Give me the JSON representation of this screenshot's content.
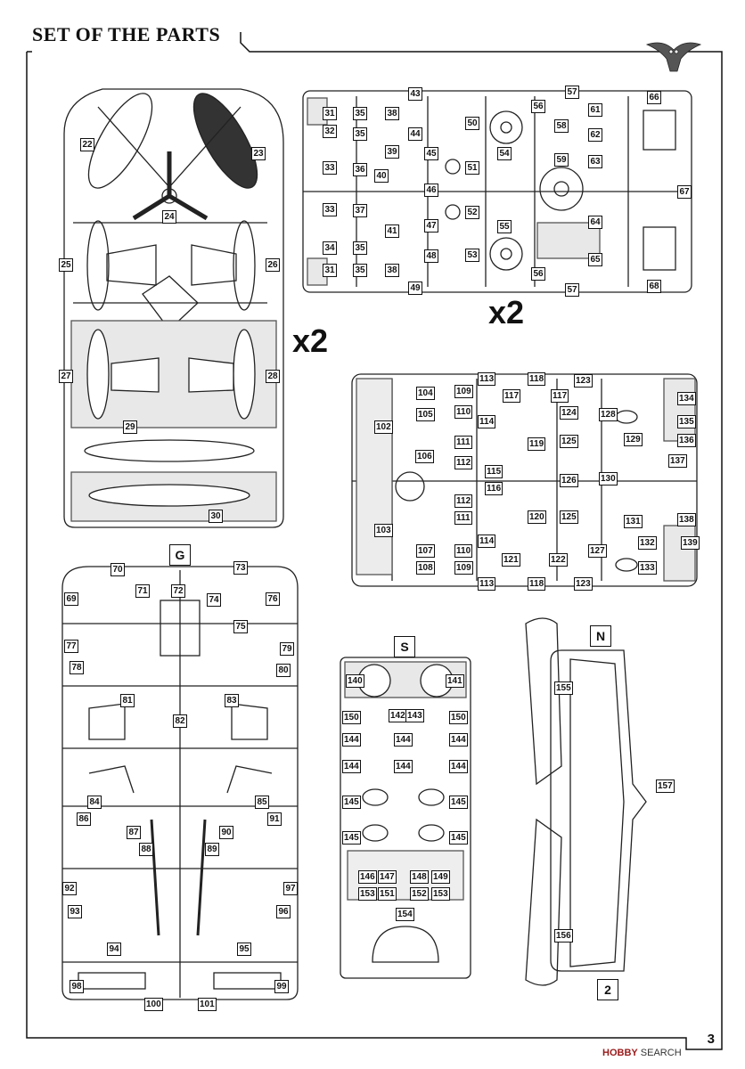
{
  "header": {
    "title": "SET OF THE PARTS"
  },
  "multipliers": {
    "top_right": "x2",
    "top_left": "x2"
  },
  "sprue_letters": {
    "g": "G",
    "s": "S",
    "n": "N",
    "two": "2"
  },
  "page_number": "3",
  "watermark": {
    "brand": "HOBBY",
    "suffix": "SEARCH"
  },
  "logo": "owl-logo",
  "part_numbers": {
    "sprue_left_top": [
      "22",
      "23",
      "24",
      "25",
      "26",
      "27",
      "28",
      "29",
      "30"
    ],
    "sprue_right_top": [
      "31",
      "32",
      "33",
      "34",
      "35",
      "36",
      "37",
      "38",
      "39",
      "40",
      "41",
      "43",
      "44",
      "45",
      "46",
      "47",
      "48",
      "49",
      "50",
      "51",
      "52",
      "53",
      "54",
      "55",
      "56",
      "57",
      "58",
      "59",
      "61",
      "62",
      "63",
      "64",
      "65",
      "66",
      "67",
      "68"
    ],
    "sprue_right_mid": [
      "102",
      "103",
      "104",
      "105",
      "106",
      "107",
      "108",
      "109",
      "110",
      "111",
      "112",
      "113",
      "114",
      "115",
      "116",
      "117",
      "118",
      "119",
      "120",
      "121",
      "122",
      "123",
      "124",
      "125",
      "126",
      "127",
      "128",
      "129",
      "130",
      "131",
      "132",
      "133",
      "134",
      "135",
      "136",
      "137",
      "138",
      "139"
    ],
    "sprue_g": [
      "69",
      "70",
      "71",
      "72",
      "73",
      "74",
      "75",
      "76",
      "77",
      "78",
      "79",
      "80",
      "81",
      "82",
      "83",
      "84",
      "85",
      "86",
      "87",
      "88",
      "89",
      "90",
      "91",
      "92",
      "93",
      "94",
      "95",
      "96",
      "97",
      "98",
      "99",
      "100",
      "101"
    ],
    "sprue_s": [
      "140",
      "141",
      "142",
      "143",
      "144",
      "145",
      "146",
      "147",
      "148",
      "149",
      "150",
      "151",
      "152",
      "153",
      "154"
    ],
    "sprue_n": [
      "155",
      "156",
      "157"
    ]
  }
}
